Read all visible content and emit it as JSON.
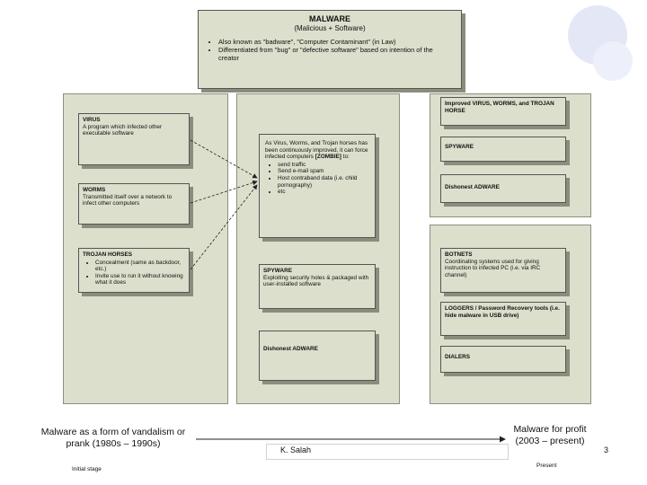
{
  "malware": {
    "title": "MALWARE",
    "subtitle": "(Malicious + Software)",
    "bullets": [
      "Also known as \"badware\", \"Computer Contaminant\" (in Law)",
      "Differentiated from \"bug\" or \"defective software\" based on intention of the creator"
    ]
  },
  "left": {
    "virus": {
      "title": "VIRUS",
      "text": "A program which infected other executable software"
    },
    "worms": {
      "title": "WORMS",
      "text": "Transmitted itself over a network to infect other computers"
    },
    "trojan": {
      "title": "TROJAN HORSES",
      "bullets": [
        "Concealment (same as backdoor, etc.)",
        "Invite use to run it without knowing what it does"
      ]
    }
  },
  "middle": {
    "zombie": {
      "text_before": "As Virus, Worms, and Trojan horses has been continuously improved, it can force infected computers",
      "zombie_label": "[ZOMBIE]",
      "text_after": " to:",
      "bullets": [
        "send traffic",
        "Send e-mail spam",
        "Host contraband data (i.e. child pornography)",
        "etc"
      ]
    },
    "spyware": {
      "title": "SPYWARE",
      "text": "Exploiting security holes & packaged with user-installed software"
    },
    "adware": {
      "title": "Dishonest ADWARE"
    }
  },
  "right_top": {
    "improved": "Improved VIRUS, WORMS, and TROJAN HORSE",
    "spyware": "SPYWARE",
    "adware": "Dishonest ADWARE"
  },
  "right_bottom": {
    "botnets": {
      "title": "BOTNETS",
      "text": "Coordinating systems used for giving instruction to infected PC (i.e. via IRC channel)"
    },
    "loggers": {
      "title": "LOGGERS",
      "text": " / Password Recovery tools (i.e. hide malware in USB drive)"
    },
    "dialers": {
      "title": "DIALERS"
    }
  },
  "timeline": {
    "left_label": "Malware as a form of vandalism or prank (1980s – 1990s)",
    "right_label": "Malware for profit (2003 – present)",
    "left_stage": "Initial stage",
    "right_stage": "Present",
    "author": "K. Salah",
    "page_number": "3"
  }
}
